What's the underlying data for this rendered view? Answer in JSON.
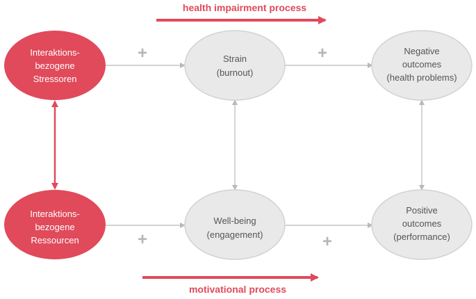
{
  "processes": {
    "top": "health impairment process",
    "bottom": "motivational process"
  },
  "nodes": {
    "stressoren": [
      "Interaktions-",
      "bezogene",
      "Stressoren"
    ],
    "ressourcen": [
      "Interaktions-",
      "bezogene",
      "Ressourcen"
    ],
    "strain": [
      "Strain",
      "(burnout)"
    ],
    "wellbeing": [
      "Well-being",
      "(engagement)"
    ],
    "negative": [
      "Negative",
      "outcomes",
      "(health problems)"
    ],
    "positive": [
      "Positive",
      "outcomes",
      "(performance)"
    ]
  },
  "signs": {
    "plus": "+"
  },
  "colors": {
    "accent": "#e04a5a",
    "node_fill": "#e9e9e9",
    "node_stroke": "#d2d2d2",
    "connector": "#b9b9b9",
    "text_dark": "#555555"
  }
}
